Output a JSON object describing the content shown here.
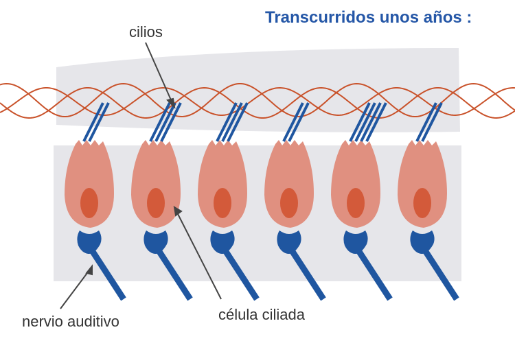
{
  "title": "Transcurridos unos años :",
  "labels": {
    "cilia": "cilios",
    "nerve": "nervio auditivo",
    "hair_cell": "célula ciliada"
  },
  "colors": {
    "title": "#2557a7",
    "membrane": "#e6e6ea",
    "wave": "#c9522a",
    "cell_body": "#e09080",
    "nucleus": "#d35a3a",
    "cilia": "#1f56a0",
    "nerve": "#1f56a0",
    "label_text": "#333333"
  },
  "cells": [
    {
      "cilia_count": 2
    },
    {
      "cilia_count": 3
    },
    {
      "cilia_count": 3
    },
    {
      "cilia_count": 2
    },
    {
      "cilia_count": 4
    },
    {
      "cilia_count": 2
    }
  ]
}
